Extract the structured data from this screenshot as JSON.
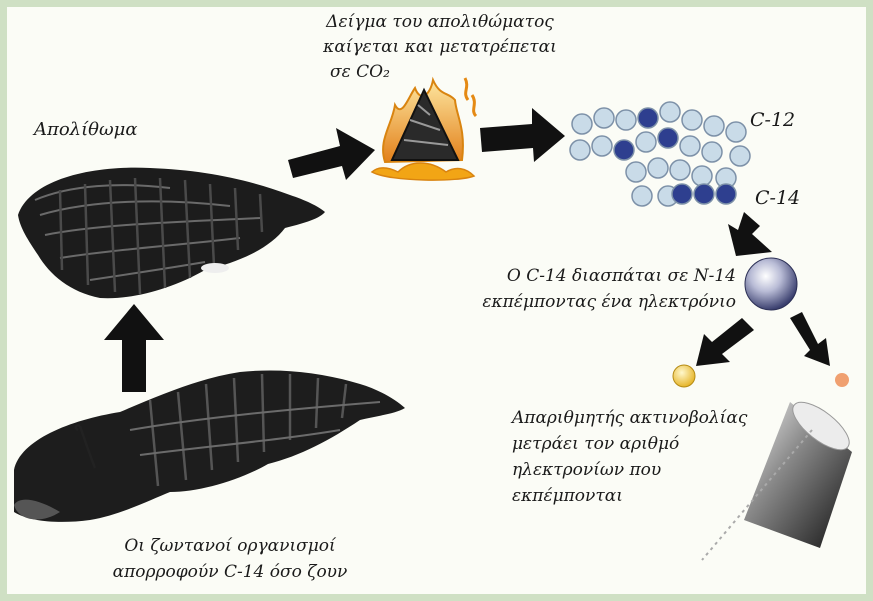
{
  "labels": {
    "fossil": "Απολίθωμα",
    "sample_line1": "Δείγμα του απολιθώματος",
    "sample_line2": "καίγεται και μετατρέπεται",
    "sample_line3": "σε CO₂",
    "c12": "C-12",
    "c14": "C-14",
    "decay_line1": "Ο C-14 διασπάται σε N-14",
    "decay_line2": "εκπέμποντας ένα ηλεκτρόνιο",
    "counter_line1": "Απαριθμητής ακτινοβολίας",
    "counter_line2": "μετράει τον αριθμό",
    "counter_line3": "ηλεκτρονίων που",
    "counter_line4": "εκπέμπονται",
    "living_line1": "Οι ζωντανοί οργανισμοί",
    "living_line2": "απορροφούν C-14 όσο ζουν"
  },
  "icons": {
    "fossil_shell": "fossil-shell-icon",
    "living_snail": "living-snail-icon",
    "burning_sample": "flame-icon",
    "atoms": "atom-cluster-icon",
    "nucleus": "nucleus-sphere-icon",
    "electron": "electron-icon",
    "detector": "radiation-counter-tube-icon"
  },
  "colors": {
    "background": "#fbfcf6",
    "border": "#cfe0c4",
    "arrow": "#111111",
    "c12_atom": "#c9dbe8",
    "c14_atom": "#2e3f8f",
    "flame": "#f2a515",
    "electron": "#f6d24a",
    "neutrino": "#f0a070"
  }
}
